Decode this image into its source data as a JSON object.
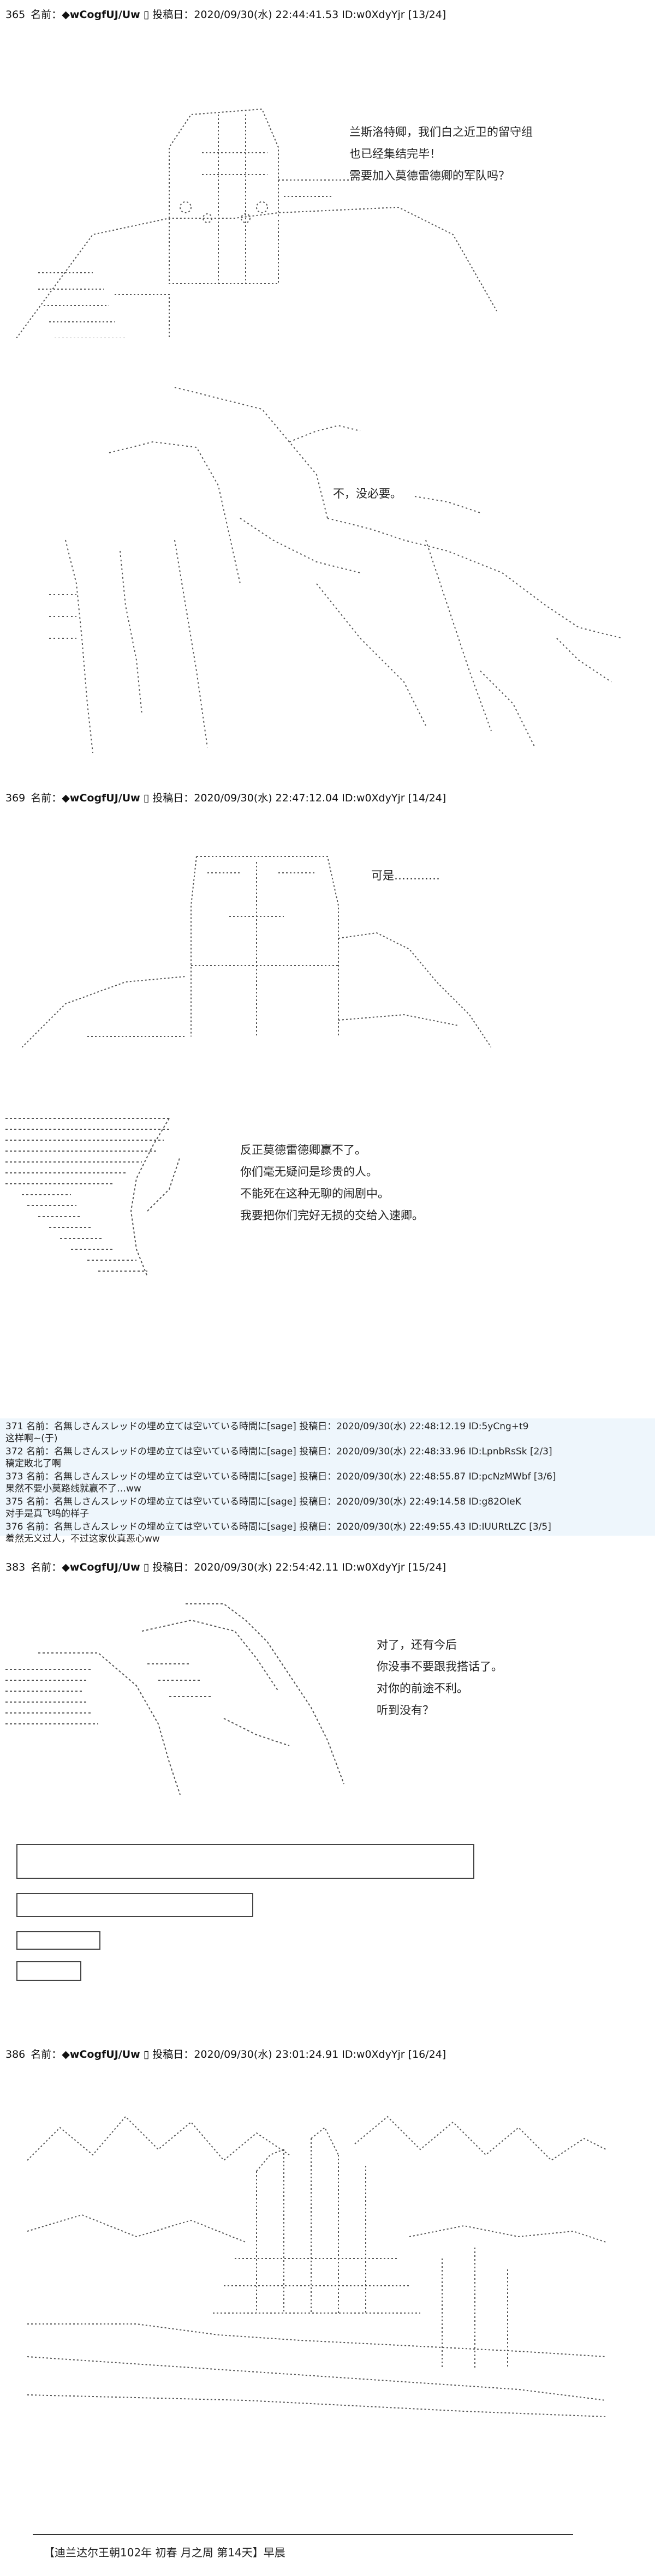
{
  "posts": [
    {
      "num": "365",
      "label": "名前：",
      "trip": "◆wCogfUJ/Uw",
      "mark": "▯",
      "posted": "投稿日：",
      "date": "2020/09/30(水) 22:44:41.53 ID:w0XdyYjr [13/24]"
    },
    {
      "num": "369",
      "label": "名前：",
      "trip": "◆wCogfUJ/Uw",
      "mark": "▯",
      "posted": "投稿日：",
      "date": "2020/09/30(水) 22:47:12.04 ID:w0XdyYjr [14/24]"
    },
    {
      "num": "383",
      "label": "名前：",
      "trip": "◆wCogfUJ/Uw",
      "mark": "▯",
      "posted": "投稿日：",
      "date": "2020/09/30(水) 22:54:42.11 ID:w0XdyYjr [15/24]"
    },
    {
      "num": "386",
      "label": "名前：",
      "trip": "◆wCogfUJ/Uw",
      "mark": "▯",
      "posted": "投稿日：",
      "date": "2020/09/30(水) 23:01:24.91 ID:w0XdyYjr [16/24]"
    }
  ],
  "dialogue": {
    "p365": [
      "兰斯洛特卿，我们白之近卫的留守组",
      "也已经集结完毕！",
      "需要加入莫德雷德卿的军队吗？"
    ],
    "p365b": [
      "不，没必要。"
    ],
    "p369": [
      "可是…………"
    ],
    "p369b": [
      "反正莫德雷德卿赢不了。",
      "你们毫无疑问是珍贵的人。",
      "不能死在这种无聊的闹剧中。",
      "我要把你们完好无损的交给入速卿。"
    ],
    "p383": [
      "对了，还有今后",
      "你没事不要跟我搭话了。",
      "对你的前途不利。",
      "听到没有？"
    ]
  },
  "replies": [
    {
      "head": "371 名前：名無しさんスレッドの埋め立ては空いている時間に[sage] 投稿日：2020/09/30(水) 22:48:12.19 ID:5yCng+t9",
      "body": "这样啊~(于)"
    },
    {
      "head": "372 名前：名無しさんスレッドの埋め立ては空いている時間に[sage] 投稿日：2020/09/30(水) 22:48:33.96 ID:LpnbRsSk [2/3]",
      "body": "稿定敗北了啊"
    },
    {
      "head": "373 名前：名無しさんスレッドの埋め立ては空いている時間に[sage] 投稿日：2020/09/30(水) 22:48:55.87 ID:pcNzMWbf [3/6]",
      "body": "果然不要小莫路线就赢不了…ww"
    },
    {
      "head": "375 名前：名無しさんスレッドの埋め立ては空いている時間に[sage] 投稿日：2020/09/30(水) 22:49:14.58 ID:g82OIeK",
      "body": "对手是真飞呜的样子"
    },
    {
      "head": "376 名前：名無しさんスレッドの埋め立ては空いている時間に[sage] 投稿日：2020/09/30(水) 22:49:55.43 ID:IUURtLZC [3/5]",
      "body": "羞然无义过人，不过这家伙真恶心ww"
    }
  ],
  "caption": "【迪兰达尔王朝102年 初春 月之周 第14天】早晨"
}
